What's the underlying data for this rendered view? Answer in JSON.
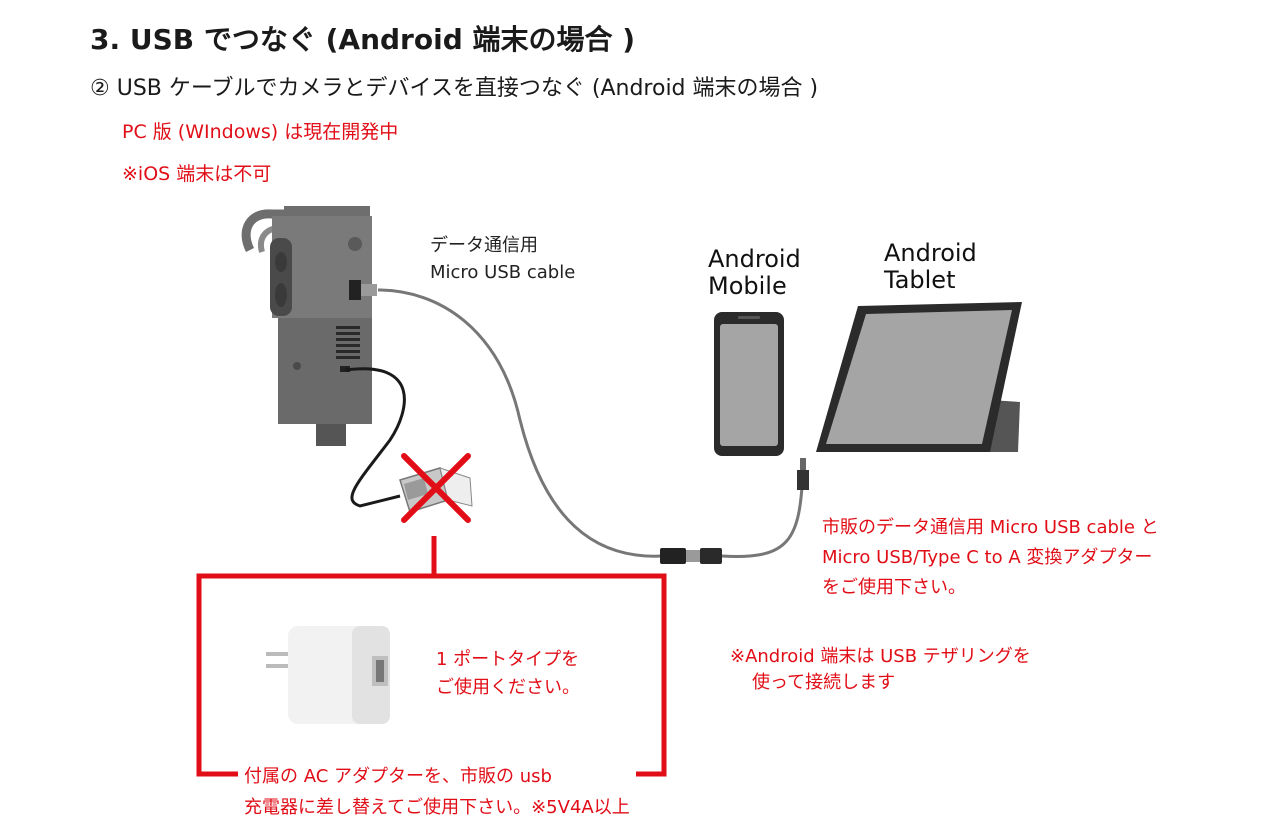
{
  "title": "3.  USB でつなぐ (Android 端末の場合 )",
  "subtitle": "② USB ケーブルでカメラとデバイスを直接つなぐ (Android 端末の場合 )",
  "notes": {
    "pc": "PC 版 (WIndows) は現在開発中",
    "ios": "※iOS 端末は不可"
  },
  "cable_label": {
    "line1": "データ通信用",
    "line2": "Micro USB cable"
  },
  "devices": {
    "mobile_line1": "Android",
    "mobile_line2": "Mobile",
    "tablet_line1": "Android",
    "tablet_line2": "Tablet"
  },
  "adapter_note": {
    "line1": "市販のデータ通信用 Micro USB cable と",
    "line2": "Micro USB/Type  C  to  A 変換アダプター",
    "line3": "をご使用下さい。"
  },
  "tethering_note": {
    "line1": "※Android 端末は USB テザリングを",
    "line2": "使って接続します"
  },
  "charger_note": {
    "line1": "1 ポートタイプを",
    "line2": "ご使用ください。"
  },
  "box_caption": {
    "line1": "付属の AC アダプターを、市販の usb",
    "line2": "充電器に差し替えてご使用下さい。※5V4A以上"
  },
  "colors": {
    "accent_red": "#e10e17",
    "device_gray": "#6e6e6e",
    "screen_gray": "#a5a5a5"
  }
}
